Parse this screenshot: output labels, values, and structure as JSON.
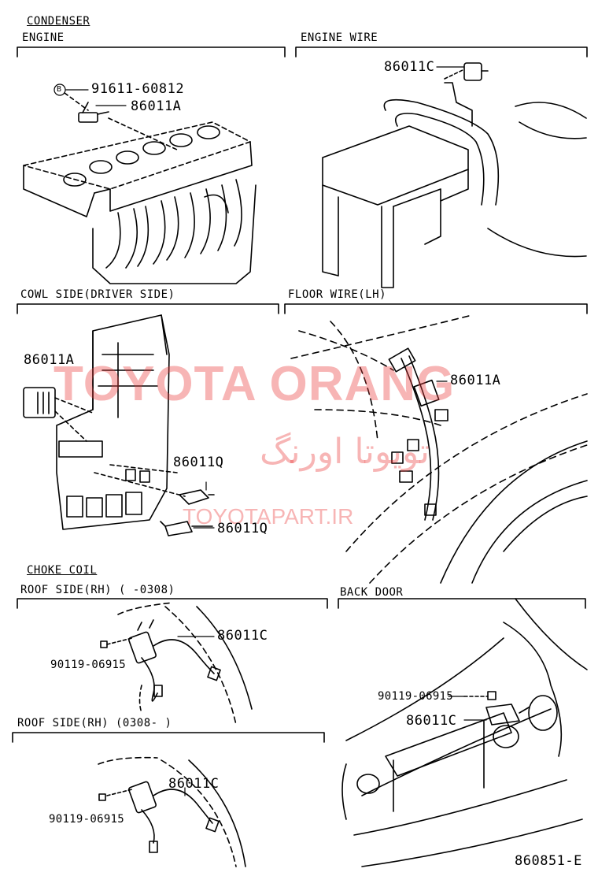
{
  "page_title": "CONDENSER",
  "sections": {
    "engine": "ENGINE",
    "engine_wire": "ENGINE WIRE",
    "cowl_side": "COWL SIDE(DRIVER SIDE)",
    "floor_wire": "FLOOR WIRE(LH)",
    "choke_coil": "CHOKE COIL",
    "roof_side_1": "ROOF SIDE(RH)  (      -0308)",
    "back_door": "BACK DOOR",
    "roof_side_2": "ROOF SIDE(RH)  (0308-      )"
  },
  "parts": {
    "engine_bolt_marker": "B",
    "engine_bolt": "91611-60812",
    "engine_condenser": "86011A",
    "engine_wire_condenser": "86011C",
    "cowl_condenser_a": "86011A",
    "cowl_condenser_q1": "86011Q",
    "cowl_condenser_q2": "86011Q",
    "floor_condenser": "86011A",
    "roof1_condenser": "86011C",
    "roof1_screw": "90119-06915",
    "back_door_screw": "90119-06915",
    "back_door_condenser": "86011C",
    "roof2_condenser": "86011C",
    "roof2_screw": "90119-06915"
  },
  "diagram_code": "860851-E",
  "watermark": {
    "main": "TOYOTA ORANG",
    "persian": "تویوتا اورنگ",
    "url": "TOYOTAPART.IR"
  }
}
